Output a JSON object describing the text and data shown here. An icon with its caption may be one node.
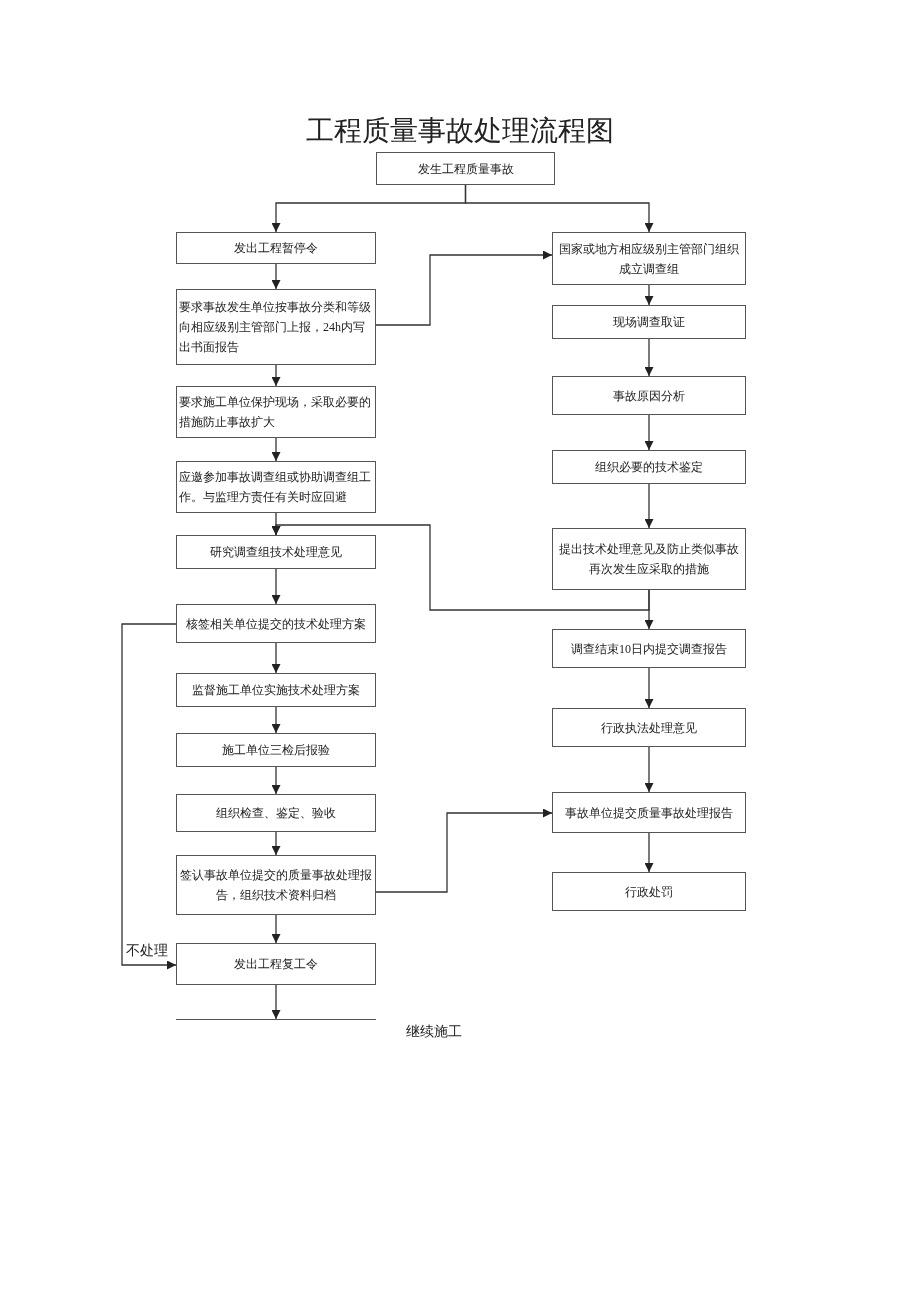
{
  "diagram": {
    "title": "工程质量事故处理流程图",
    "nodes": [
      {
        "text": [
          "发生工程质量事故"
        ]
      },
      {
        "text": [
          "发出工程暂停令"
        ]
      },
      {
        "text": [
          "要求事故发生单位按事故分类和等级向相应级别主管部门上报，24h内写出书面报告"
        ]
      },
      {
        "text": [
          "要求施工单位保护现场，采取必要的措施防止事故扩大"
        ]
      },
      {
        "text": [
          "应邀参加事故调查组或协助调查组工作。与监理方责任有关时应回避"
        ]
      },
      {
        "text": [
          "研究调查组技术处理意见"
        ]
      },
      {
        "text": [
          "核签相关单位提交的技术处理方案"
        ]
      },
      {
        "text": [
          "监督施工单位实施技术处理方案"
        ]
      },
      {
        "text": [
          "施工单位三检后报验"
        ]
      },
      {
        "text": [
          "组织检查、鉴定、验收"
        ]
      },
      {
        "text": [
          "签认事故单位提交的质量事故处理报告，组织技术资料归档"
        ]
      },
      {
        "text": [
          "发出工程复工令"
        ]
      },
      {
        "text": [
          "继续施工"
        ]
      },
      {
        "text": [
          "国家或地方相应级别主管部门组织成立调查组"
        ]
      },
      {
        "text": [
          "现场调查取证"
        ]
      },
      {
        "text": [
          "事故原因分析"
        ]
      },
      {
        "text": [
          "组织必要的技术鉴定"
        ]
      },
      {
        "text": [
          "提出技术处理意见及防止类似事故再次发生应采取的措施"
        ]
      },
      {
        "text": [
          "调查结束10日内提交调查报告"
        ]
      },
      {
        "text": [
          "行政执法处理意见"
        ]
      },
      {
        "text": [
          "事故单位提交质量事故处理报告"
        ]
      },
      {
        "text": [
          "行政处罚"
        ]
      }
    ],
    "edges": [
      {
        "from": 0,
        "to": 1,
        "arrow": "to"
      },
      {
        "from": 0,
        "to": 13,
        "arrow": "to"
      },
      {
        "from": 1,
        "to": 2,
        "arrow": "to"
      },
      {
        "from": 2,
        "to": 13,
        "arrow": "to"
      },
      {
        "from": 2,
        "to": 3,
        "arrow": "to"
      },
      {
        "from": 3,
        "to": 4,
        "arrow": "to"
      },
      {
        "from": 4,
        "to": 5,
        "arrow": "to"
      },
      {
        "from": 17,
        "to": 5,
        "arrow": "to"
      },
      {
        "from": 5,
        "to": 6,
        "arrow": "to"
      },
      {
        "from": 6,
        "to": 7,
        "arrow": "to"
      },
      {
        "from": 7,
        "to": 8,
        "arrow": "to"
      },
      {
        "from": 8,
        "to": 9,
        "arrow": "to"
      },
      {
        "from": 9,
        "to": 10,
        "arrow": "to"
      },
      {
        "from": 10,
        "to": 11,
        "arrow": "to"
      },
      {
        "from": 6,
        "to": 11,
        "label": "不处理",
        "arrow": "to"
      },
      {
        "from": 10,
        "to": 20,
        "arrow": "to"
      },
      {
        "from": 11,
        "to": 12,
        "arrow": "to"
      },
      {
        "from": 13,
        "to": 14,
        "arrow": "to"
      },
      {
        "from": 14,
        "to": 15,
        "arrow": "to"
      },
      {
        "from": 15,
        "to": 16,
        "arrow": "to"
      },
      {
        "from": 16,
        "to": 17,
        "arrow": "to"
      },
      {
        "from": 17,
        "to": 18,
        "arrow": "to"
      },
      {
        "from": 18,
        "to": 19,
        "arrow": "to"
      },
      {
        "from": 19,
        "to": 20,
        "arrow": "to"
      },
      {
        "from": 20,
        "to": 21,
        "arrow": "to"
      }
    ]
  }
}
